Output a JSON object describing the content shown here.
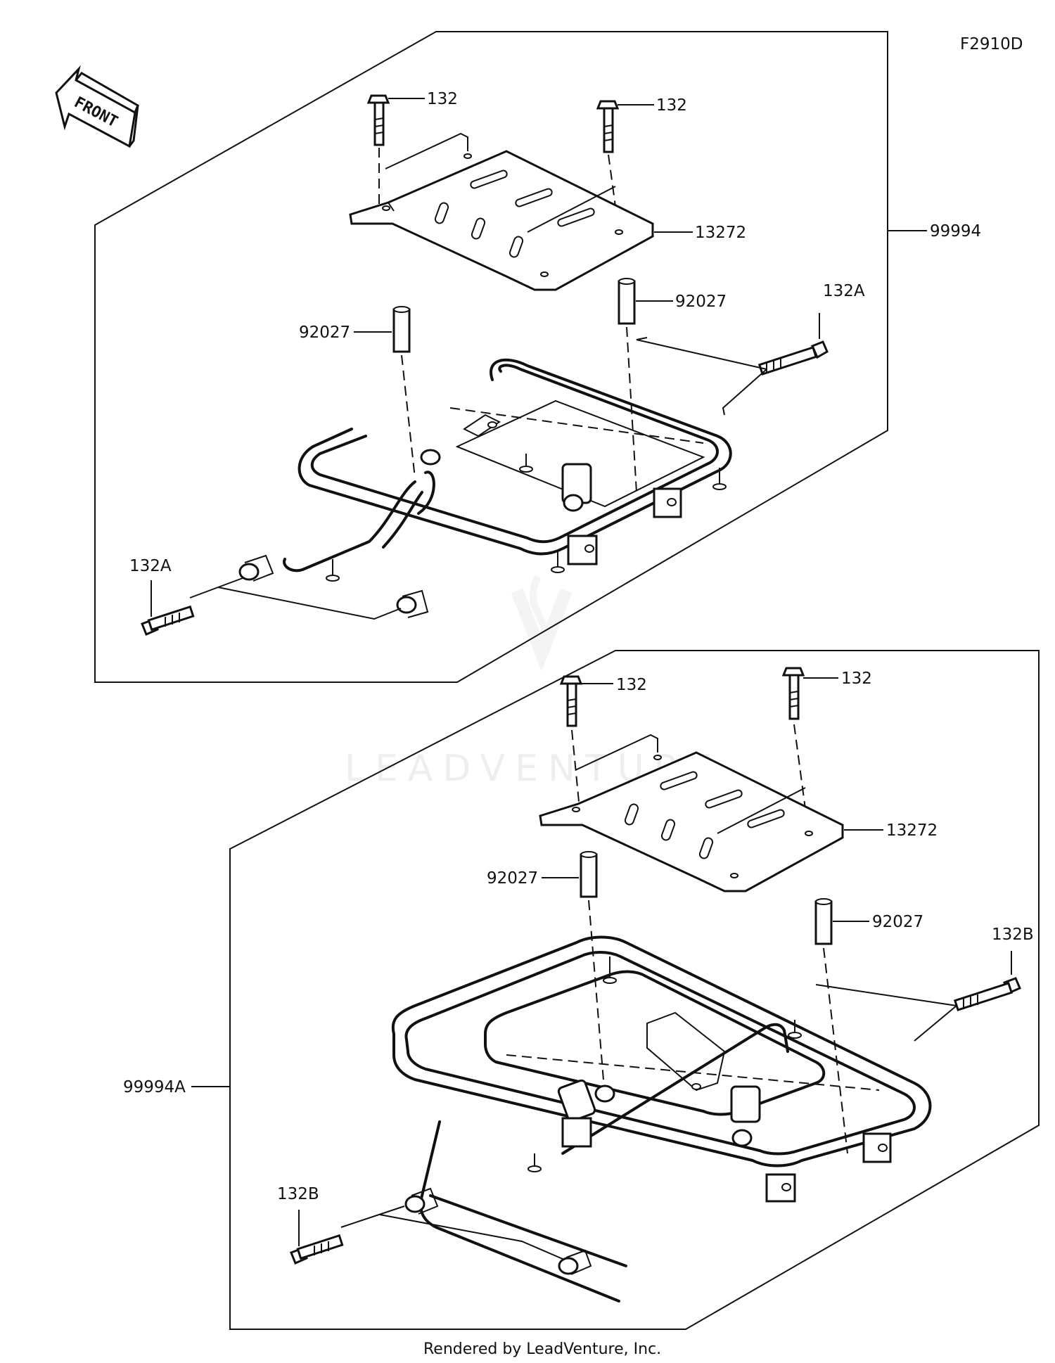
{
  "figure_code": "F2910D",
  "front_label": "FRONT",
  "watermark": "LEADVENTURE",
  "footer": "Rendered by LeadVenture, Inc.",
  "assembly_upper": {
    "label": "99994",
    "bolt_left": "132",
    "bolt_right": "132",
    "plate": "13272",
    "collar_left": "92027",
    "collar_right": "92027",
    "side_bolt_right": "132A",
    "side_bolt_left": "132A"
  },
  "assembly_lower": {
    "label": "99994A",
    "bolt_left": "132",
    "bolt_right": "132",
    "plate": "13272",
    "collar_left": "92027",
    "collar_right": "92027",
    "side_bolt_right": "132B",
    "side_bolt_left": "132B"
  }
}
